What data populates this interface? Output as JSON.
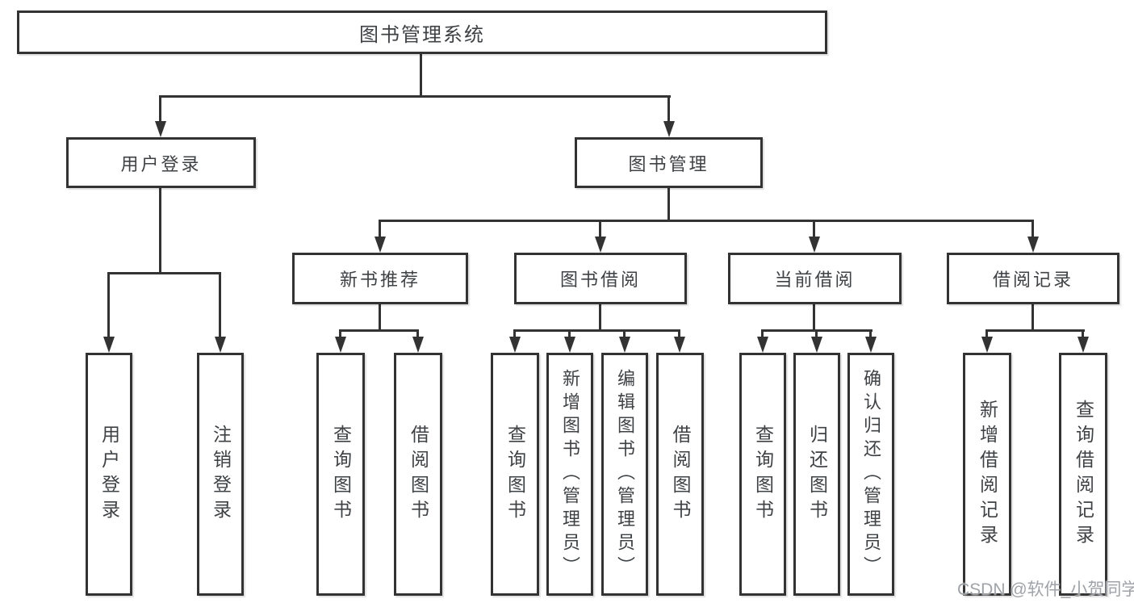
{
  "diagram": {
    "root": {
      "label": "图书管理系统"
    },
    "login": {
      "label": "用户登录",
      "children": [
        {
          "label": "用户登录"
        },
        {
          "label": "注销登录"
        }
      ]
    },
    "mgmt": {
      "label": "图书管理",
      "groups": [
        {
          "label": "新书推荐",
          "children": [
            {
              "label": "查询图书"
            },
            {
              "label": "借阅图书"
            }
          ]
        },
        {
          "label": "图书借阅",
          "children": [
            {
              "label": "查询图书"
            },
            {
              "label": "新增图书（管理员）"
            },
            {
              "label": "编辑图书（管理员）"
            },
            {
              "label": "借阅图书"
            }
          ]
        },
        {
          "label": "当前借阅",
          "children": [
            {
              "label": "查询图书"
            },
            {
              "label": "归还图书"
            },
            {
              "label": "确认归还（管理员）"
            }
          ]
        },
        {
          "label": "借阅记录",
          "children": [
            {
              "label": "新增借阅记录"
            },
            {
              "label": "查询借阅记录"
            }
          ]
        }
      ]
    }
  },
  "watermark": "CSDN @软件_小贺同学",
  "colors": {
    "line": "#333333",
    "text": "#3f4245",
    "watermark": "#9fa3a8",
    "background": "#ffffff"
  }
}
